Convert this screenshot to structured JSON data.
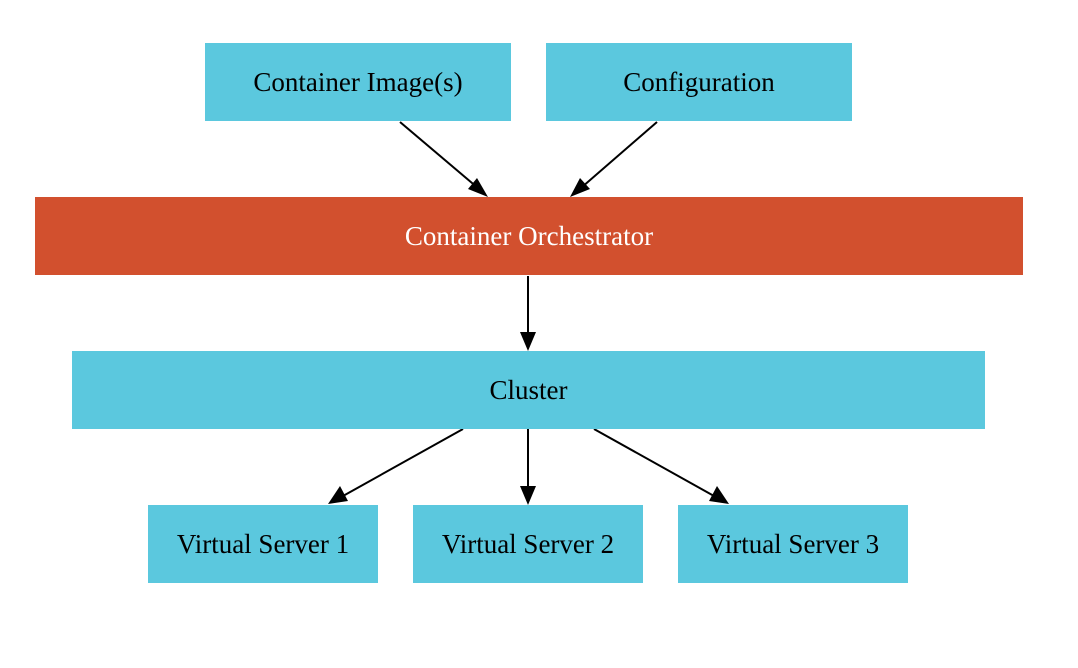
{
  "nodes": {
    "container_images": "Container Image(s)",
    "configuration": "Configuration",
    "orchestrator": "Container Orchestrator",
    "cluster": "Cluster",
    "virtual_server_1": "Virtual Server 1",
    "virtual_server_2": "Virtual Server 2",
    "virtual_server_3": "Virtual Server 3"
  },
  "edges": [
    {
      "from": "container_images",
      "to": "orchestrator"
    },
    {
      "from": "configuration",
      "to": "orchestrator"
    },
    {
      "from": "orchestrator",
      "to": "cluster"
    },
    {
      "from": "cluster",
      "to": "virtual_server_1"
    },
    {
      "from": "cluster",
      "to": "virtual_server_2"
    },
    {
      "from": "cluster",
      "to": "virtual_server_3"
    }
  ],
  "colors": {
    "node_fill": "#5bc8de",
    "accent_fill": "#d2502e",
    "edge": "#000000"
  }
}
